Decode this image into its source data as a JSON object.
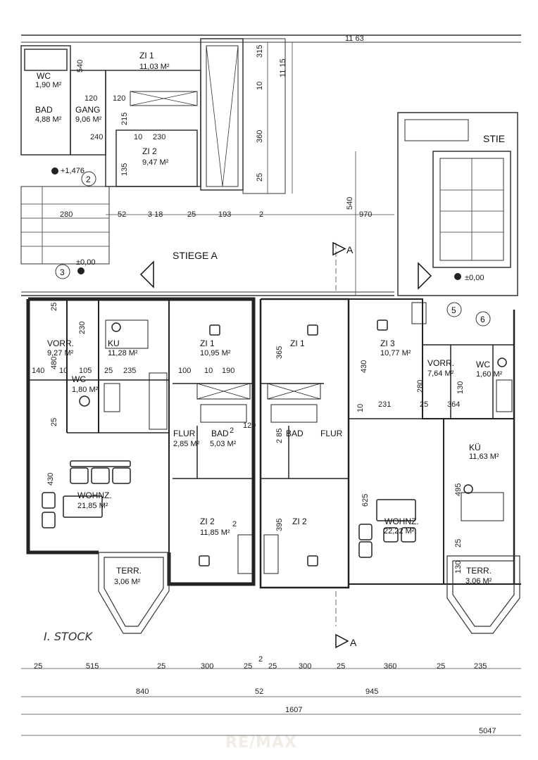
{
  "stairs": {
    "stiege_a": "STIEGE A",
    "stiege_partial": "STIE"
  },
  "section_marks": [
    "A",
    "A"
  ],
  "circle_markers": [
    "2",
    "3",
    "5",
    "6"
  ],
  "levels": [
    "+1,476",
    "±0,00",
    "±0,00"
  ],
  "floor_label": "I. STOCK",
  "watermark": "RE/MAX",
  "rooms": {
    "top_zi1": {
      "name": "ZI 1",
      "area": "11,03 M²"
    },
    "top_wc": {
      "name": "WC",
      "area": "1,90 M²"
    },
    "top_bad": {
      "name": "BAD",
      "area": "4,88 M²"
    },
    "top_gang": {
      "name": "GANG",
      "area": "9,06 M²"
    },
    "top_zi2": {
      "name": "ZI 2",
      "area": "9,47 M²"
    },
    "w1_vorr": {
      "name": "VORR.",
      "area": "9,27 M²"
    },
    "w1_ku": {
      "name": "KU",
      "area": "11,28 M²"
    },
    "w1_wc": {
      "name": "WC",
      "area": "1,80 M²"
    },
    "w1_wohnz": {
      "name": "WOHNZ.",
      "area": "21,85 M²"
    },
    "w1_terr": {
      "name": "TERR.",
      "area": "3,06 M²"
    },
    "w2_zi1": {
      "name": "ZI 1",
      "area": "10,95 M²"
    },
    "w2_flur": {
      "name": "FLUR",
      "area": "2,85 M²"
    },
    "w2_bad": {
      "name": "BAD",
      "area": "5,03 M²"
    },
    "w2_zi2": {
      "name": "ZI 2",
      "area": "11,85 M²"
    },
    "w3_zi1": {
      "name": "ZI 1"
    },
    "w3_bad": {
      "name": "BAD"
    },
    "w3_flur": {
      "name": "FLUR"
    },
    "w3_zi2": {
      "name": "ZI 2"
    },
    "w4_zi3": {
      "name": "ZI 3",
      "area": "10,77 M²"
    },
    "w4_vorr": {
      "name": "VORR.",
      "area": "7,64 M²"
    },
    "w4_wc": {
      "name": "WC",
      "area": "1,60 M²"
    },
    "w4_ku": {
      "name": "KÜ",
      "area": "11,63 M²"
    },
    "w4_wohnz": {
      "name": "WOHNZ.",
      "area": "22,22 M²"
    },
    "w4_terr": {
      "name": "TERR.",
      "area": "3,06 M²"
    }
  },
  "dims": {
    "top": [
      "11 63",
      "11 15",
      "315",
      "10",
      "360",
      "25",
      "540",
      "120",
      "120",
      "215",
      "240",
      "10",
      "230",
      "135",
      "280",
      "52",
      "3 18",
      "25",
      "193",
      "2",
      "540",
      "970"
    ],
    "left": [
      "25",
      "230",
      "480",
      "140",
      "10",
      "105",
      "25",
      "235",
      "100",
      "10",
      "190",
      "25",
      "430",
      "120",
      "2"
    ],
    "mid": [
      "365",
      "430",
      "2 85",
      "395",
      "280",
      "130",
      "231",
      "10",
      "25",
      "364",
      "625",
      "495",
      "25",
      "130",
      "2"
    ],
    "bottom_row1": [
      "25",
      "515",
      "25",
      "300",
      "25",
      "2",
      "25",
      "300",
      "25",
      "360",
      "25",
      "235"
    ],
    "bottom_row2": [
      "840",
      "52",
      "945"
    ],
    "bottom_row3": [
      "1607"
    ],
    "corner": "5047"
  }
}
